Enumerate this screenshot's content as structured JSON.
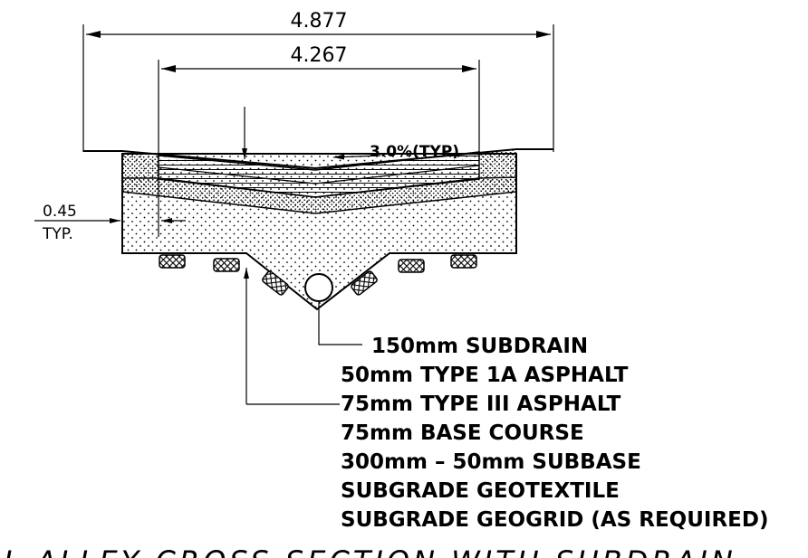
{
  "dimensions": {
    "overall_width": "4.877",
    "paved_width": "4.267",
    "edge_offset": "0.45",
    "edge_offset_note": "TYP.",
    "cross_slope": "3.0%(TYP)"
  },
  "layers": [
    "150mm SUBDRAIN",
    "50mm TYPE 1A ASPHALT",
    "75mm TYPE III ASPHALT",
    "75mm BASE COURSE",
    "300mm – 50mm SUBBASE",
    "SUBGRADE GEOTEXTILE",
    "SUBGRADE GEOGRID (AS REQUIRED)"
  ],
  "caption": "L ALLEY CROSS SECTION WITH SUBDRAIN",
  "colors": {
    "line": "#000000",
    "background": "#ffffff"
  }
}
